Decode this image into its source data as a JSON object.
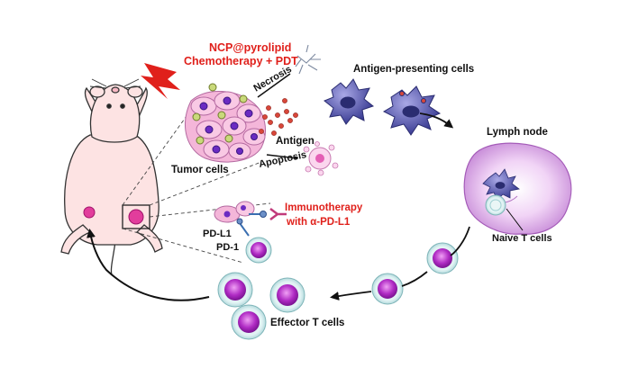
{
  "labels": {
    "treatment_line1": "NCP@pyrolipid",
    "treatment_line2": "Chemotherapy + PDT",
    "necrosis": "Necrosis",
    "antigen": "Antigen",
    "apoptosis": "Apoptosis",
    "tumor_cells": "Tumor cells",
    "apc": "Antigen-presenting cells",
    "lymph_node": "Lymph node",
    "naive_t_cells": "Naive T cells",
    "immunotherapy_line1": "Immunotherapy",
    "immunotherapy_line2": "with α-PD-L1",
    "pd_l1": "PD-L1",
    "pd_1": "PD-1",
    "effector_t_cells": "Effector T cells"
  },
  "colors": {
    "accent_red": "#e0201b",
    "mouse_body": "#fde3e3",
    "tumor_pink": "#f4b6d9",
    "cell_purple": "#b02bc4",
    "t_cell_shell": "#cfe9ea",
    "apc_blue": "#4b4da6",
    "lymph_node": "#e6b8ef"
  },
  "icons": [
    "lightning-bolt-icon",
    "mouse-illustration",
    "tumor-cluster",
    "apc-cell",
    "lymph-node",
    "t-cell"
  ]
}
